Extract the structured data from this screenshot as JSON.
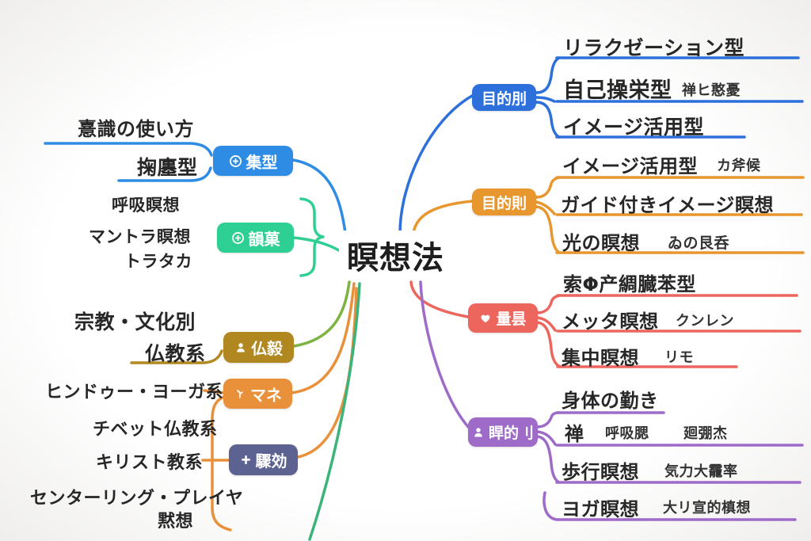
{
  "center": {
    "title": "瞑想法"
  },
  "colors": {
    "blue_left": "#2f8ce4",
    "blue_right": "#2d6fdb",
    "green": "#2ecf92",
    "gold": "#b1871f",
    "olive_green": "#7cb342",
    "orange": "#e8913a",
    "orange_right": "#e8962e",
    "navy": "#5c6391",
    "red": "#ed665e",
    "purple": "#9e6bc9",
    "teal": "#3cb37a",
    "text": "#2a2a2a"
  },
  "left": {
    "usage": {
      "header": "憙識の使い方",
      "child": "掬廛型",
      "node": {
        "icon": "plus-circle-icon",
        "label": "集型"
      }
    },
    "observe": {
      "node": {
        "icon": "plus-circle-icon",
        "label": "韻菓"
      },
      "children": [
        "呼吸瞑想",
        "マントラ瞑想",
        "トラタカ"
      ]
    },
    "religion": {
      "header": "宗教・文化別",
      "buddhism": {
        "child": "仏教系",
        "node": {
          "icon": "person-icon",
          "label": "仏毅"
        }
      },
      "hindu": {
        "child": "ヒンドゥー・ヨーガ系",
        "node": {
          "icon": "sprout-icon",
          "label": "マネ"
        }
      },
      "tibet": "チベット仏教系",
      "christian": {
        "child": "キリスト教系",
        "node": {
          "icon": "cross-icon",
          "label": "驟効"
        }
      },
      "centering_line1": "センターリング・プレイヤ",
      "centering_line2": "黙想"
    }
  },
  "right": {
    "purpose1": {
      "node": {
        "label": "目的刖"
      },
      "children": [
        {
          "label": "リラクゼーション型"
        },
        {
          "label": "自己操栄型",
          "note": "禅ヒ憨憂"
        },
        {
          "label": "イメージ活用型"
        }
      ]
    },
    "purpose2": {
      "node": {
        "label": "目的則"
      },
      "children": [
        {
          "label": "イメージ活用型",
          "note": "カ斧候"
        },
        {
          "label": "ガイド付きイメージ瞑想"
        },
        {
          "label": "光の瞑想",
          "note": "ゐの艮呑"
        }
      ]
    },
    "heart": {
      "node": {
        "icon": "heart-icon",
        "label": "量昙"
      },
      "children": [
        {
          "label": "索Φ产綢臓苯型"
        },
        {
          "label": "メッタ瞑想",
          "note": "クンレン"
        },
        {
          "label": "集中瞑想",
          "note": "リモ"
        }
      ]
    },
    "body": {
      "node": {
        "icon": "person-icon",
        "label": "睅的刂"
      },
      "children": [
        {
          "label": "身体の勤き"
        },
        {
          "label": "禅",
          "note": "呼吸腮",
          "note2": "廻弸杰"
        },
        {
          "label": "歩行瞑想",
          "note": "気力大靇率"
        },
        {
          "label": "ヨガ瞑想",
          "note": "大リ宣的槙想"
        }
      ]
    }
  }
}
